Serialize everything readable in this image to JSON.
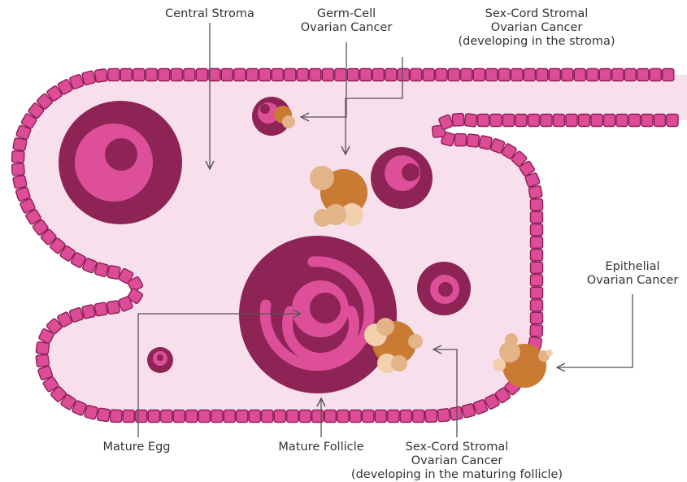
{
  "colors": {
    "background": "#ffffff",
    "stroma": "#f7dfec",
    "membrane_fill": "#dd4c97",
    "membrane_stroke": "#8e1f55",
    "follicle_dark": "#8e2356",
    "follicle_pink": "#de4f99",
    "tumor_core": "#c97a33",
    "tumor_peach": "#e3b488",
    "tumor_cream": "#f2d0ae",
    "arrow": "#555555",
    "text": "#333333"
  },
  "labels": {
    "central_stroma": [
      "Central Stroma"
    ],
    "germ_cell": [
      "Germ-Cell",
      "Ovarian Cancer"
    ],
    "sex_cord_stroma": [
      "Sex-Cord Stromal",
      "Ovarian Cancer",
      "(developing in the stroma)"
    ],
    "epithelial": [
      "Epithelial",
      "Ovarian Cancer"
    ],
    "mature_egg": [
      "Mature Egg"
    ],
    "mature_follicle": [
      "Mature Follicle"
    ],
    "sex_cord_follicle": [
      "Sex-Cord Stromal",
      "Ovarian Cancer",
      "(developing in the maturing follicle)"
    ]
  }
}
